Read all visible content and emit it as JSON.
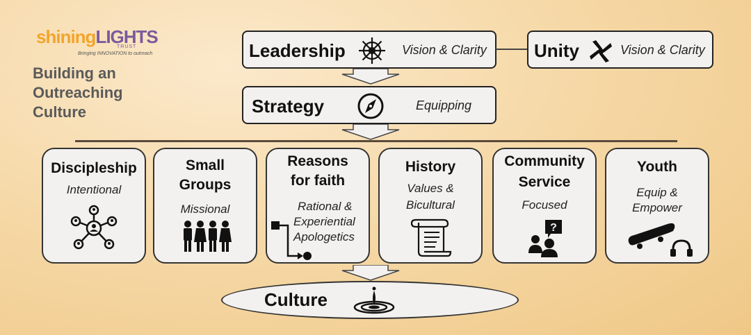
{
  "logo": {
    "shining": "shining",
    "lights": "LIGHTS",
    "trust": "TRUST",
    "tagline": "Bringing INNOVATION to outreach"
  },
  "title_lines": [
    "Building an",
    "Outreaching",
    "Culture"
  ],
  "leadership": {
    "label": "Leadership",
    "sub": "Vision & Clarity",
    "icon": "ship-wheel-icon"
  },
  "unity": {
    "label": "Unity",
    "sub": "Vision & Clarity",
    "icon": "joined-hands-icon"
  },
  "strategy": {
    "label": "Strategy",
    "sub": "Equipping",
    "icon": "compass-icon"
  },
  "cards": [
    {
      "title_lines": [
        "Discipleship"
      ],
      "sub_lines": [
        "Intentional"
      ],
      "icon": "network-people-icon"
    },
    {
      "title_lines": [
        "Small",
        "Groups"
      ],
      "sub_lines": [
        "Missional"
      ],
      "icon": "group-people-icon"
    },
    {
      "title_lines": [
        "Reasons",
        "for faith"
      ],
      "sub_lines": [
        "Rational &",
        "Experiential",
        "Apologetics"
      ],
      "icon": "flow-process-icon"
    },
    {
      "title_lines": [
        "History"
      ],
      "sub_lines": [
        "Values &",
        "Bicultural"
      ],
      "icon": "scroll-icon"
    },
    {
      "title_lines": [
        "Community",
        "Service"
      ],
      "sub_lines": [
        "Focused"
      ],
      "icon": "question-people-icon"
    },
    {
      "title_lines": [
        "Youth"
      ],
      "sub_lines": [
        "Equip &",
        "Empower"
      ],
      "icon": "skateboard-headphones-icon"
    }
  ],
  "culture": {
    "label": "Culture",
    "icon": "water-drop-ripple-icon"
  },
  "colors": {
    "accent_orange": "#f2a52b",
    "accent_purple": "#7a5a9e",
    "box_fill": "#f3f1ef",
    "title_grey": "#5a5a5a"
  }
}
